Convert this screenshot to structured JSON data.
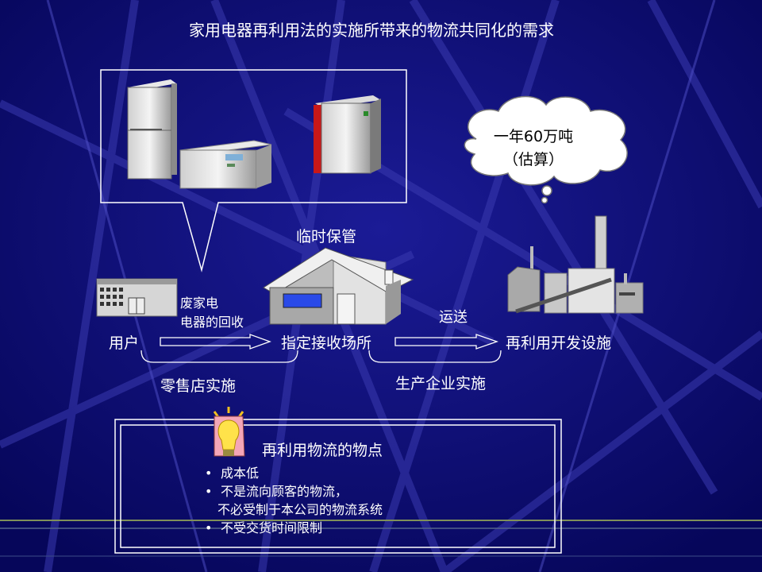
{
  "title": "家用电器再利用法的实施所带来的物流共同化的需求",
  "cloud": {
    "line1": "一年60万吨",
    "line2": "（估算）"
  },
  "labels": {
    "temp_storage": "临时保管",
    "waste_line1": "废家电",
    "waste_line2": "电器的回收",
    "transport": "运送",
    "user": "用户",
    "collection_site": "指定接收场所",
    "recycling_facility": "再利用开发设施",
    "retailer": "零售店实施",
    "manufacturer": "生产企业实施"
  },
  "panel": {
    "heading": "再利用物流的物点",
    "bullets": [
      "成本低",
      "不是流向顾客的物流，",
      "不受交货时间限制"
    ],
    "continuation": "不必受制于本公司的物流系统"
  },
  "icons": [
    "refrigerator-icon",
    "air-conditioner-icon",
    "heater-icon",
    "building-icon",
    "warehouse-icon",
    "factory-icon",
    "lightbulb-icon",
    "thought-cloud-icon"
  ],
  "colors": {
    "background": "#0a0a6e",
    "text": "#ffffff",
    "cloud_fill": "#ffffff"
  }
}
